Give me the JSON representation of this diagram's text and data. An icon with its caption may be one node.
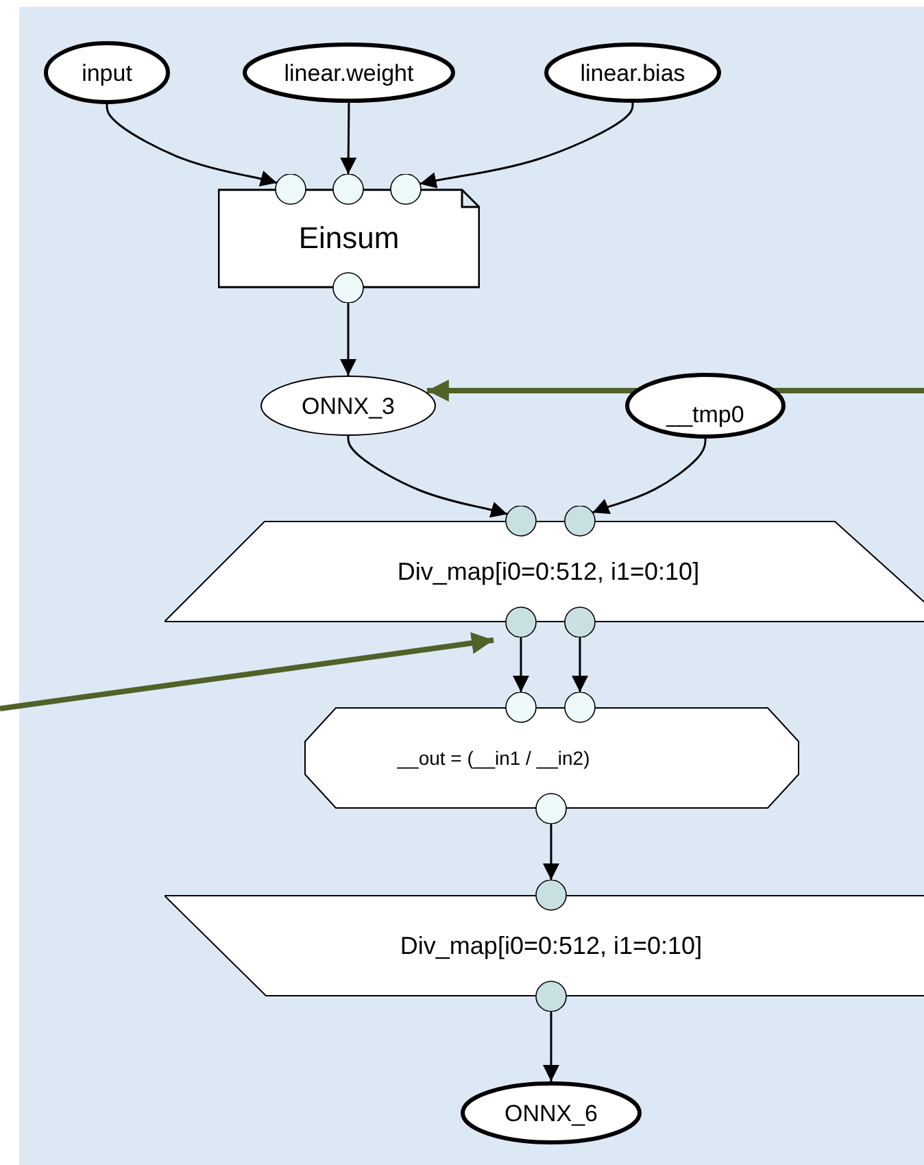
{
  "diagram": {
    "nodes": [
      {
        "text": [
          "input"
        ]
      },
      {
        "text": [
          "linear.weight"
        ]
      },
      {
        "text": [
          "linear.bias"
        ]
      },
      {
        "text": [
          "Einsum"
        ]
      },
      {
        "text": [
          "ONNX_3"
        ]
      },
      {
        "text": [
          "__tmp0"
        ]
      },
      {
        "text": [
          "Div_map[i0=0:512, i1=0:10]"
        ]
      },
      {
        "text": [
          "__out = (__in1 / __in2)"
        ]
      },
      {
        "text": [
          "Div_map[i0=0:512, i1=0:10]"
        ]
      },
      {
        "text": [
          "ONNX_6"
        ]
      }
    ],
    "edges": [
      {
        "from": 0,
        "to": 3,
        "arrow": "to"
      },
      {
        "from": 1,
        "to": 3,
        "arrow": "to"
      },
      {
        "from": 2,
        "to": 3,
        "arrow": "to"
      },
      {
        "from": 3,
        "to": 4,
        "arrow": "to"
      },
      {
        "from": 4,
        "to": 6,
        "arrow": "to"
      },
      {
        "from": 5,
        "to": 6,
        "arrow": "to"
      },
      {
        "from": 6,
        "to": 7,
        "arrow": "to"
      },
      {
        "from": 6,
        "to": 7,
        "arrow": "to"
      },
      {
        "from": 7,
        "to": 8,
        "arrow": "to"
      },
      {
        "from": 8,
        "to": 9,
        "arrow": "to"
      },
      {
        "from": null,
        "to": 4,
        "arrow": "to",
        "style": "thick",
        "color": "#4f6228"
      },
      {
        "from": null,
        "to": 6,
        "arrow": "to",
        "style": "thick",
        "color": "#4f6228"
      }
    ]
  }
}
